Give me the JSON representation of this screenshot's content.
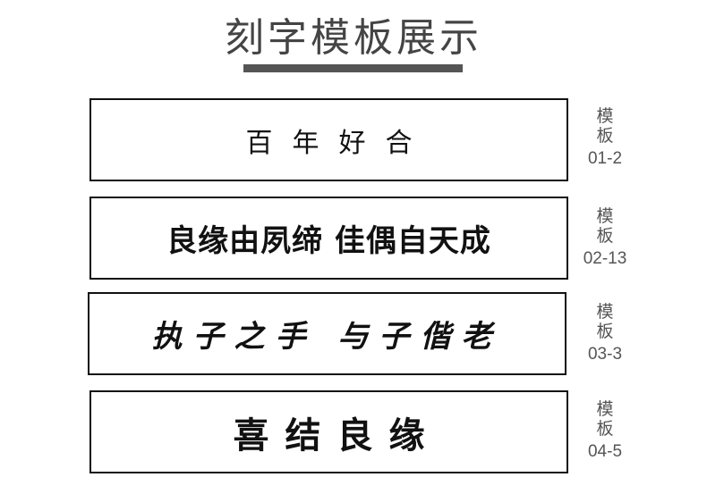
{
  "header": {
    "title": "刻字模板展示"
  },
  "templates": [
    {
      "text": "百年好合",
      "label": "模板",
      "code": "01-2"
    },
    {
      "text": "良缘由夙缔 佳偶自天成",
      "label": "模板",
      "code": "02-13"
    },
    {
      "text": "执子之手 与子偕老",
      "label": "模板",
      "code": "03-3"
    },
    {
      "text": "喜结良缘",
      "label": "模板",
      "code": "04-5"
    }
  ],
  "colors": {
    "title_text": "#444444",
    "title_bar": "#555555",
    "box_border": "#111111",
    "label_text": "#555555"
  }
}
